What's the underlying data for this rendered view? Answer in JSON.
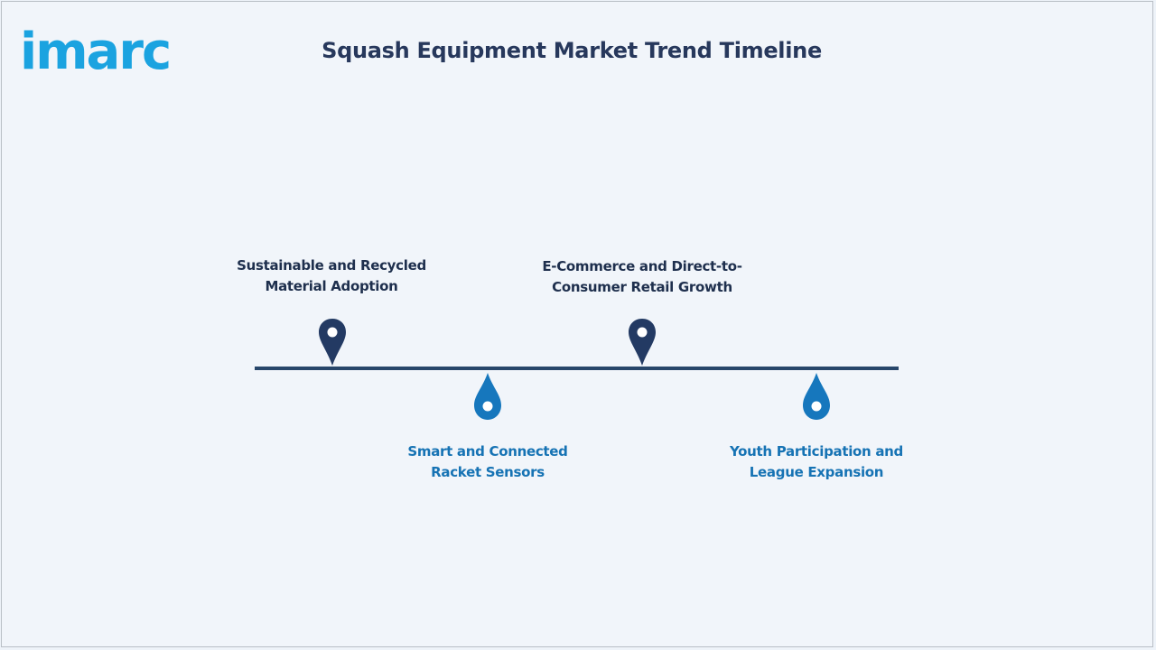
{
  "brand": {
    "logo_text": "imarc",
    "logo_color": "#1ba3e0"
  },
  "header": {
    "title": "Squash Equipment Market Trend Timeline"
  },
  "colors": {
    "background": "#f1f5fa",
    "line": "#27466a",
    "top_pin": "#233a63",
    "bottom_pin": "#1677bd",
    "top_text": "#1e2f4d",
    "bottom_text": "#1673b4"
  },
  "timeline": {
    "items": [
      {
        "label": "Sustainable and Recycled Material Adoption",
        "line1": "Sustainable and Recycled",
        "line2": "Material Adoption",
        "position": "above",
        "icon": "map-pin-icon"
      },
      {
        "label": "Smart and Connected Racket Sensors",
        "line1": "Smart and Connected",
        "line2": "Racket Sensors",
        "position": "below",
        "icon": "droplet-pin-icon"
      },
      {
        "label": "E-Commerce and Direct-to-Consumer Retail Growth",
        "line1": "E-Commerce and Direct-to-",
        "line2": "Consumer Retail Growth",
        "position": "above",
        "icon": "map-pin-icon"
      },
      {
        "label": "Youth Participation and League Expansion",
        "line1": "Youth Participation and",
        "line2": "League Expansion",
        "position": "below",
        "icon": "droplet-pin-icon"
      }
    ]
  }
}
